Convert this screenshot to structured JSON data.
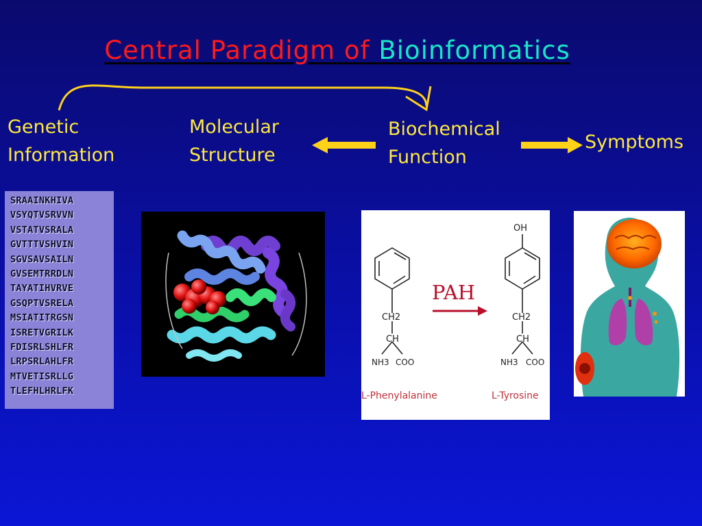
{
  "title": {
    "part1": "Central  Paradigm of ",
    "part2": "Bioinformatics"
  },
  "labels": {
    "genetic": [
      "Genetic",
      "Information"
    ],
    "molecular": [
      "Molecular",
      "Structure"
    ],
    "biochemical": [
      "Biochemical",
      "Function"
    ],
    "symptoms": "Symptoms"
  },
  "sequence_lines": [
    "SRAAINKHIVA",
    "VSYQTVSRVVN",
    "VSTATVSRALA",
    "GVTTTVSHVIN",
    "SGVSAVSAILN",
    "GVSEMTRRDLN",
    "TAYATIHVRVE",
    "GSQPTVSRELA",
    "MSIATITRGSN",
    "ISRETVGRILK",
    "FDISRLSHLFR",
    "LRPSRLAHLFR",
    "MTVETISRLLG",
    "TLEFHLHRLFK"
  ],
  "reaction": {
    "enzyme": "PAH",
    "left_oh": "",
    "right_oh": "OH",
    "ch2": "CH2",
    "ch": "CH",
    "nh3": "NH3",
    "coo": "COO",
    "substrate": "L-Phenylalanine",
    "product": "L-Tyrosine"
  },
  "colors": {
    "title_red": "#ff1a1a",
    "title_teal": "#19e6c8",
    "label_yellow": "#ffe93c",
    "arrow_yellow": "#ffd21a",
    "background_blue": "#0b12b4"
  },
  "icons": [
    "curved-arrow",
    "left-arrow",
    "right-arrow"
  ]
}
